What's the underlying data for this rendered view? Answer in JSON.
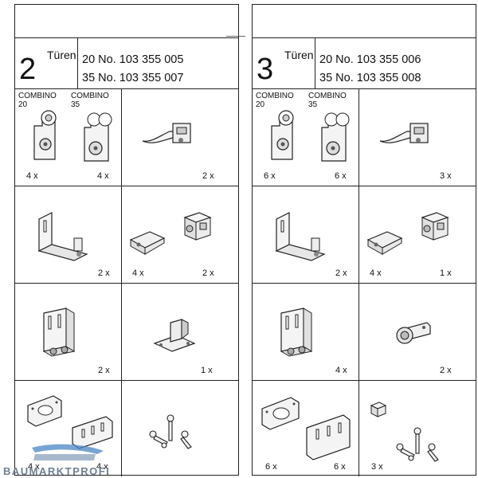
{
  "left": {
    "number": "2",
    "tueren": "Türen",
    "part1": "20 No. 103 355 005",
    "part2": "35 No. 103 355 007",
    "combino_a": "COMBINO",
    "combino_a_size": "20",
    "combino_b": "COMBINO",
    "combino_b_size": "35",
    "q_hanger20": "4 x",
    "q_hanger35": "4 x",
    "q_stopper": "2 x",
    "q_bracket": "2 x",
    "q_clip_small": "4 x",
    "q_clip_block": "2 x",
    "q_guide_u": "2 x",
    "q_floor_guide": "1 x",
    "q_plate_a": "4 x",
    "q_plate_b": "4 x"
  },
  "right": {
    "number": "3",
    "tueren": "Türen",
    "part1": "20 No. 103 355 006",
    "part2": "35 No. 103 355 008",
    "combino_a": "COMBINO",
    "combino_a_size": "20",
    "combino_b": "COMBINO",
    "combino_b_size": "35",
    "q_hanger20": "6 x",
    "q_hanger35": "6 x",
    "q_stopper": "3 x",
    "q_bracket": "2 x",
    "q_clip_small": "4 x",
    "q_clip_block": "1 x",
    "q_guide_u": "4 x",
    "q_roller_guide": "2 x",
    "q_plate_a": "6 x",
    "q_plate_b": "6 x",
    "q_screws": "3 x"
  },
  "watermark": "BAUMARKTPROFI",
  "icons": [
    "hanger-icon",
    "stopper-icon",
    "bracket-icon",
    "clip-icon",
    "block-icon",
    "guide-icon",
    "floor-guide-icon",
    "roller-guide-icon",
    "plate-icon",
    "screws-icon",
    "cube-icon"
  ]
}
